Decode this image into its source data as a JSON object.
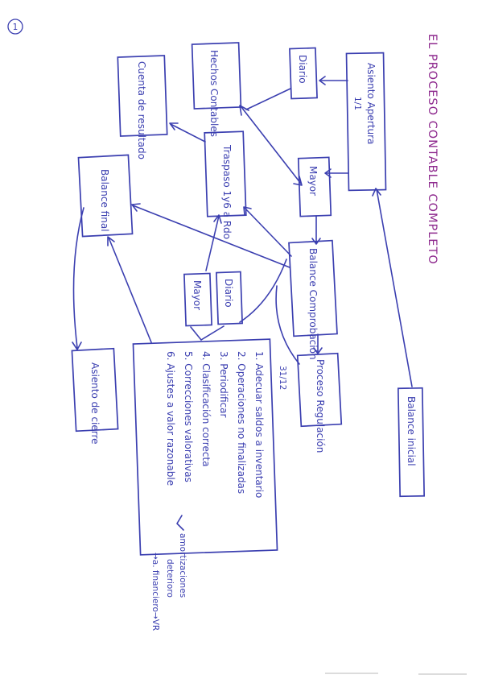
{
  "page_number": "1",
  "title": "EL PROCESO CONTABLE COMPLETO",
  "colors": {
    "ink": "#3b3fb0",
    "title": "#8e2a8e",
    "paper": "#ffffff"
  },
  "nodes": {
    "asiento_apertura": "Asiento Apertura",
    "asiento_apertura_date": "1/1",
    "diario_top": "Diario",
    "hechos_contables": "Hechos Contables",
    "cuenta_resultado": "Cuenta de resultado",
    "mayor_top": "Mayor",
    "traspaso": "Traspaso 1y6 a Rdo",
    "balance_final": "Balance final",
    "balance_comprobacion": "Balance Comprobación",
    "diario_mid": "Diario",
    "mayor_mid": "Mayor",
    "proceso_regulacion": "Proceso Regulación",
    "regulacion_date": "31/12",
    "asiento_cierre": "Asiento de cierre",
    "balance_inicial": "Balance inicial"
  },
  "steps": [
    "1. Adecuar saldos a inventario",
    "2. Operaciones no finalizadas",
    "3. Periodificar",
    "4. Clasificación correcta",
    "5. Correcciones valorativas",
    "6. Ajustes a valor razonable"
  ],
  "annotations": {
    "amortizaciones": "amortizaciones",
    "deterioro": "deterioro",
    "financiero": "→a. financiero→VR"
  }
}
